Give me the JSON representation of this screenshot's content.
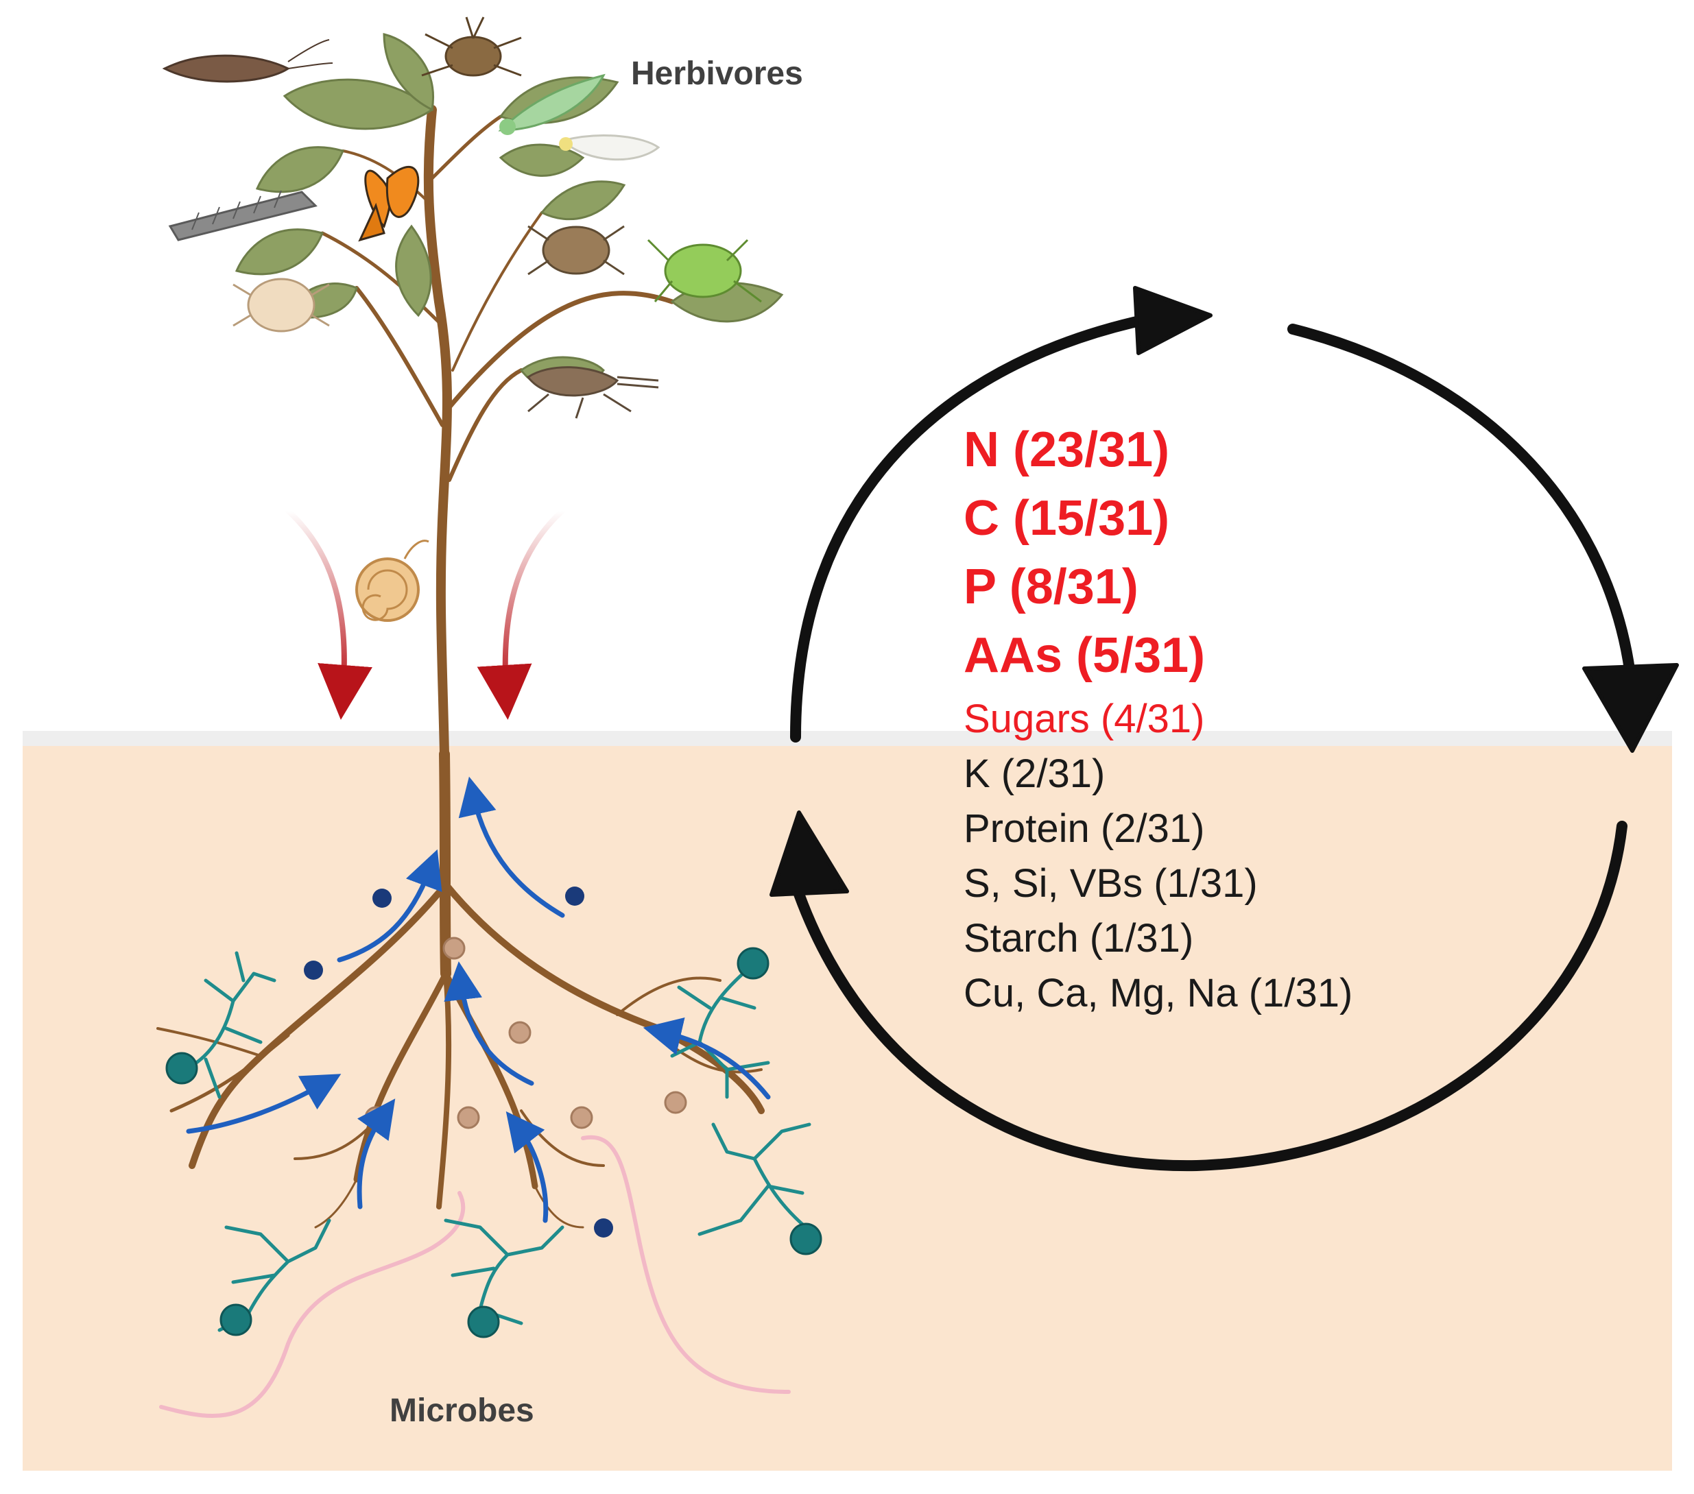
{
  "labels": {
    "herbivores": "Herbivores",
    "microbes": "Microbes"
  },
  "nutrients": [
    {
      "text": "N (23/31)",
      "tier": "major"
    },
    {
      "text": "C (15/31)",
      "tier": "major"
    },
    {
      "text": "P (8/31)",
      "tier": "major"
    },
    {
      "text": "AAs (5/31)",
      "tier": "major"
    },
    {
      "text": "Sugars (4/31)",
      "tier": "minor"
    },
    {
      "text": "K (2/31)",
      "tier": "other"
    },
    {
      "text": "Protein (2/31)",
      "tier": "other"
    },
    {
      "text": "S, Si, VBs (1/31)",
      "tier": "other"
    },
    {
      "text": "Starch (1/31)",
      "tier": "other"
    },
    {
      "text": "Cu, Ca, Mg, Na (1/31)",
      "tier": "other"
    }
  ],
  "colors": {
    "soil": "#fbe5cf",
    "soil_surface": "#eeeeee",
    "highlight_text": "#ee1d23",
    "body_text": "#1a1a1a",
    "cycle_arrows": "#111111",
    "downward_arrows": "#b8141a",
    "uptake_arrows": "#1f5fbf",
    "stem": "#8b5a2b",
    "leaf": "#8ea063",
    "fungal_hyphae": "#1f8c8c",
    "spore": "#1a7a7a",
    "bacterium": "#1a3a7a",
    "root_thread": "#f2b8c6"
  },
  "icons": {
    "cycle": "circular-cycle-arrows-icon",
    "plant": "plant-illustration",
    "herbivores": [
      "moth-icon",
      "bug-icon",
      "leafhopper-icon",
      "whitefly-icon",
      "butterfly-icon",
      "sawfly-larva-icon",
      "beetle-icon",
      "aphid-icon",
      "mite-icon",
      "cricket-icon",
      "snail-icon"
    ],
    "microbes": [
      "fungal-hyphae-icon",
      "spore-icon",
      "bacterium-icon",
      "soil-particle-icon"
    ]
  }
}
